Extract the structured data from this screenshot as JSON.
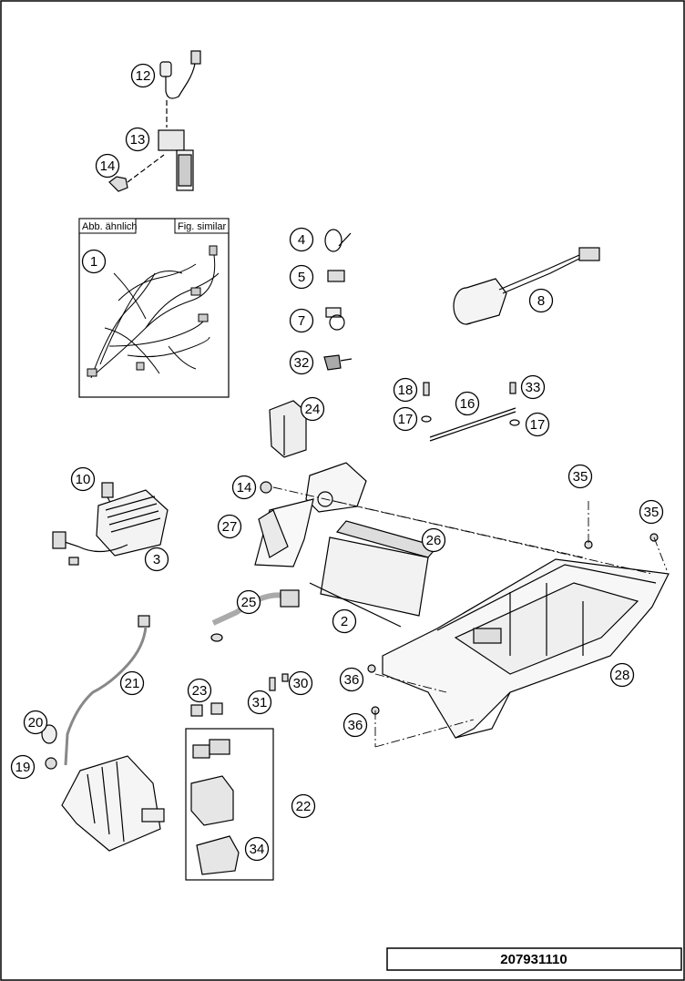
{
  "drawing": {
    "number": "207931110",
    "inset_label_left": "Abb. ähnlich",
    "inset_label_right": "Fig. similar"
  },
  "callouts": [
    {
      "id": "c12",
      "label": "12"
    },
    {
      "id": "c13",
      "label": "13"
    },
    {
      "id": "c14a",
      "label": "14"
    },
    {
      "id": "c1",
      "label": "1"
    },
    {
      "id": "c4",
      "label": "4"
    },
    {
      "id": "c5",
      "label": "5"
    },
    {
      "id": "c7",
      "label": "7"
    },
    {
      "id": "c32",
      "label": "32"
    },
    {
      "id": "c8",
      "label": "8"
    },
    {
      "id": "c18",
      "label": "18"
    },
    {
      "id": "c16",
      "label": "16"
    },
    {
      "id": "c33",
      "label": "33"
    },
    {
      "id": "c17a",
      "label": "17"
    },
    {
      "id": "c17b",
      "label": "17"
    },
    {
      "id": "c24",
      "label": "24"
    },
    {
      "id": "c10",
      "label": "10"
    },
    {
      "id": "c3",
      "label": "3"
    },
    {
      "id": "c14b",
      "label": "14"
    },
    {
      "id": "c27",
      "label": "27"
    },
    {
      "id": "c26",
      "label": "26"
    },
    {
      "id": "c35a",
      "label": "35"
    },
    {
      "id": "c35b",
      "label": "35"
    },
    {
      "id": "c25",
      "label": "25"
    },
    {
      "id": "c2",
      "label": "2"
    },
    {
      "id": "c28",
      "label": "28"
    },
    {
      "id": "c36a",
      "label": "36"
    },
    {
      "id": "c36b",
      "label": "36"
    },
    {
      "id": "c21",
      "label": "21"
    },
    {
      "id": "c23",
      "label": "23"
    },
    {
      "id": "c30",
      "label": "30"
    },
    {
      "id": "c31",
      "label": "31"
    },
    {
      "id": "c20",
      "label": "20"
    },
    {
      "id": "c19",
      "label": "19"
    },
    {
      "id": "c22",
      "label": "22"
    },
    {
      "id": "c34",
      "label": "34"
    }
  ]
}
